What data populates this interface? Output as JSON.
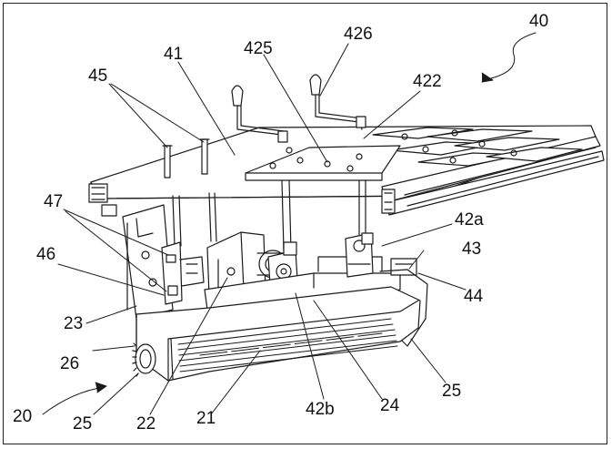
{
  "labels": {
    "l40": "40",
    "l426": "426",
    "l425": "425",
    "l41": "41",
    "l45": "45",
    "l422": "422",
    "l47": "47",
    "l42a": "42a",
    "l46": "46",
    "l43": "43",
    "l44": "44",
    "l23": "23",
    "l26": "26",
    "l20": "20",
    "l25a": "25",
    "l22": "22",
    "l21": "21",
    "l42b": "42b",
    "l24": "24",
    "l25b": "25"
  },
  "colors": {
    "line": "#1a1a1a",
    "paper": "#ffffff"
  }
}
